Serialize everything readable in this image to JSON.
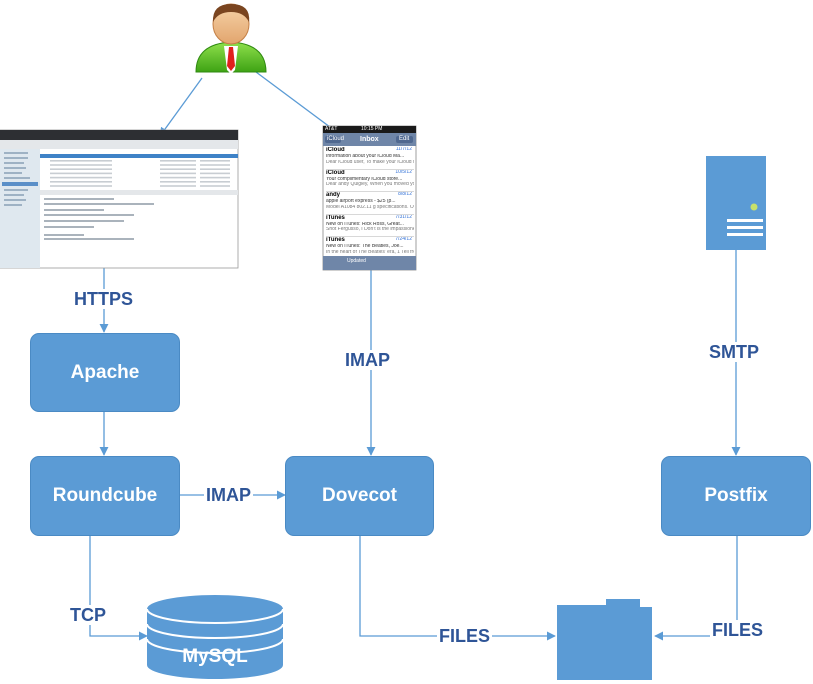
{
  "nodes": {
    "apache": "Apache",
    "roundcube": "Roundcube",
    "dovecot": "Dovecot",
    "postfix": "Postfix",
    "mysql": "MySQL"
  },
  "edges": {
    "https": "HTTPS",
    "imap_client": "IMAP",
    "imap_webmail": "IMAP",
    "smtp": "SMTP",
    "tcp": "TCP",
    "files_dovecot": "FILES",
    "files_postfix": "FILES"
  },
  "phone": {
    "carrier": "AT&T",
    "time": "10:15 PM",
    "back": "iCloud",
    "title": "Inbox",
    "edit": "Edit",
    "updated": "Updated",
    "messages": [
      {
        "sender": "iCloud",
        "date": "11/7/12",
        "subject": "Information about your iCloud Ma...",
        "preview": "Dear iCloud user, To make your iCloud Mail accounts more secure with an ..."
      },
      {
        "sender": "iCloud",
        "date": "10/5/12",
        "subject": "Your complimentary iCloud store...",
        "preview": "Dear andy Quigley, When you moved your MobileMe account to iCloud, we provide..."
      },
      {
        "sender": "andy",
        "date": "8/8/12",
        "subject": "apple airport express - $25 (p...",
        "preview": "Model A1084 802.11 g specifications. On Sep 4, 2012, at 3:59 PM, Jason Qingl..."
      },
      {
        "sender": "iTunes",
        "date": "7/31/12",
        "subject": "New on iTunes: Rick Ross, Great...",
        "preview": "Shot Fergusso, I Don't is the impassioned release from The Berry Quickly to the dime..."
      },
      {
        "sender": "iTunes",
        "date": "7/24/12",
        "subject": "New on iTunes: The Beatles, Joe...",
        "preview": "In the heart of The Beatles' era, 1 Tell from The Beatles One..."
      }
    ]
  },
  "colors": {
    "box_fill": "#5b9bd5",
    "box_text": "#ffffff",
    "label_text": "#2f5597",
    "arrow": "#5b9bd5"
  },
  "icons": [
    "user-icon",
    "server-icon",
    "database-icon",
    "folder-icon",
    "webmail-screenshot",
    "phone-screenshot"
  ]
}
